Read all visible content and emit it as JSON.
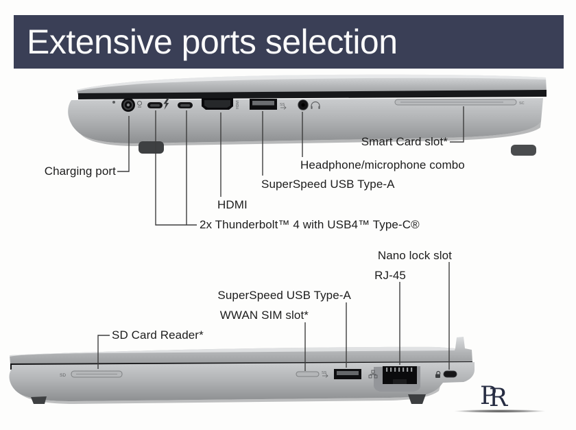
{
  "title": "Extensive ports selection",
  "colors": {
    "banner_bg": "#3a3f56",
    "banner_text": "#fafafa",
    "label_text": "#1c1c1c",
    "leader_line": "#3c3c3c",
    "laptop_body_gray": "#b3b5b7",
    "logo_navy": "#262c42"
  },
  "labels": {
    "charging_port": "Charging port",
    "thunderbolt": "2x Thunderbolt™ 4 with USB4™ Type-C®",
    "hdmi": "HDMI",
    "usb_a_top": "SuperSpeed USB Type-A",
    "headphone": "Headphone/microphone combo",
    "smart_card": "Smart Card slot*",
    "sd_reader": "SD Card Reader*",
    "wwan": "WWAN SIM slot*",
    "usb_a_bottom": "SuperSpeed USB Type-A",
    "rj45": "RJ-45",
    "nano_lock": "Nano lock slot"
  },
  "port_marks": {
    "sd": "SD",
    "sc": "SC",
    "hdmi_engraving": "HDMI",
    "ss_top": "SS",
    "ss_bottom": "SS"
  },
  "logo": {
    "p": "P",
    "r": "R"
  }
}
